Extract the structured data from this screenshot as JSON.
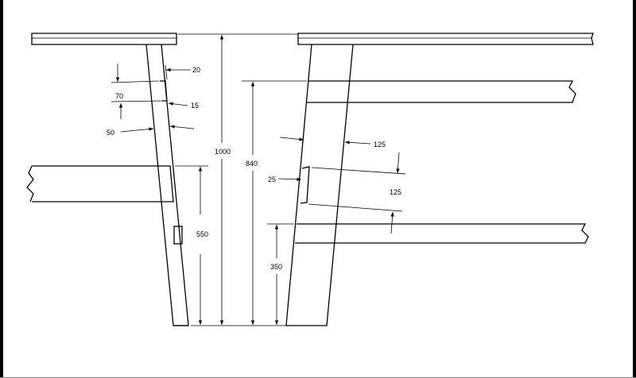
{
  "dimensions": {
    "left_top_gap": "20",
    "left_notch_height": "70",
    "left_notch_depth": "15",
    "left_foot_offset": "50",
    "left_seat_height": "550",
    "overall_height": "1000",
    "back_rail_height": "840",
    "right_leg_width": "125",
    "right_notch_depth": "25",
    "right_rail_spacing": "125",
    "right_seat_height": "350"
  },
  "colors": {
    "line": "#000000",
    "background": "#ffffff"
  }
}
